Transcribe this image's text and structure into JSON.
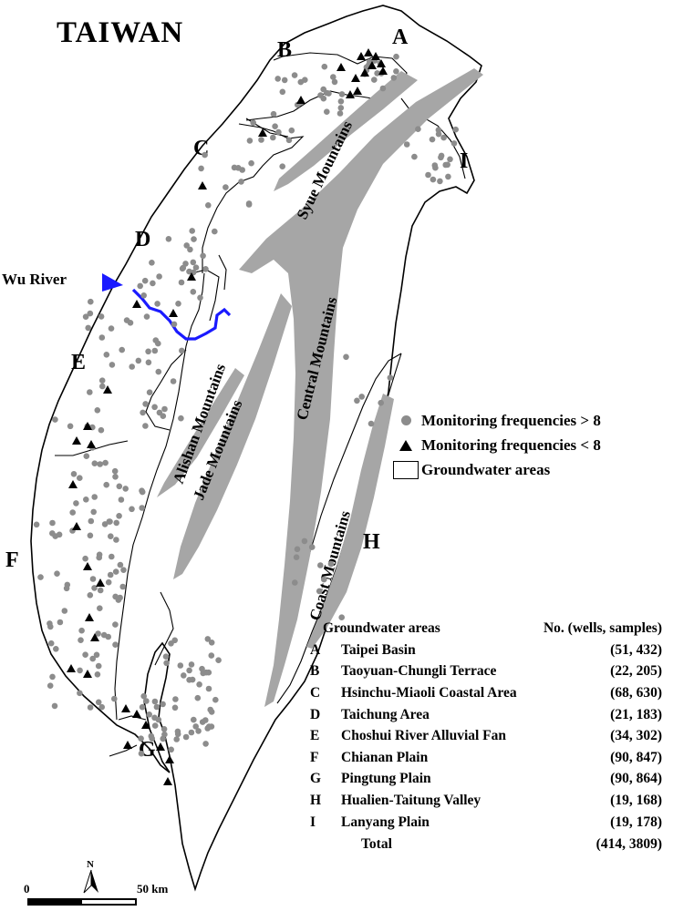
{
  "map": {
    "title": "TAIWAN",
    "area_labels": [
      "A",
      "B",
      "C",
      "D",
      "E",
      "F",
      "G",
      "H",
      "I"
    ],
    "river_label": "Wu River",
    "mountains": [
      "Syue Mountains",
      "Central Mountains",
      "Alishan Mountains",
      "Jade Mountains",
      "Coast Mountains"
    ],
    "colors": {
      "mountains": "#a6a6a6",
      "dots": "#8c8c8c",
      "river": "#1a1aff",
      "outline": "#000000"
    }
  },
  "legend": {
    "dot_label": "Monitoring frequencies > 8",
    "triangle_label": "Monitoring frequencies < 8",
    "area_label": "Groundwater areas"
  },
  "table": {
    "header_left": "Groundwater areas",
    "header_right": "No. (wells, samples)",
    "rows": [
      {
        "code": "A",
        "name": "Taipei Basin",
        "value": "(51, 432)"
      },
      {
        "code": "B",
        "name": "Taoyuan-Chungli Terrace",
        "value": "(22, 205)"
      },
      {
        "code": "C",
        "name": "Hsinchu-Miaoli Coastal Area",
        "value": "(68, 630)"
      },
      {
        "code": "D",
        "name": "Taichung Area",
        "value": "(21, 183)"
      },
      {
        "code": "E",
        "name": "Choshui River Alluvial Fan",
        "value": "(34, 302)"
      },
      {
        "code": "F",
        "name": "Chianan Plain",
        "value": "(90, 847)"
      },
      {
        "code": "G",
        "name": "Pingtung Plain",
        "value": "(90, 864)"
      },
      {
        "code": "H",
        "name": "Hualien-Taitung Valley",
        "value": "(19, 168)"
      },
      {
        "code": "I",
        "name": "Lanyang Plain",
        "value": "(19, 178)"
      }
    ],
    "total_label": "Total",
    "total_value": "(414, 3809)"
  },
  "north_arrow": {
    "label": "N",
    "icon": "north-arrow-icon"
  },
  "scale": {
    "start": "0",
    "end": "50 km"
  }
}
